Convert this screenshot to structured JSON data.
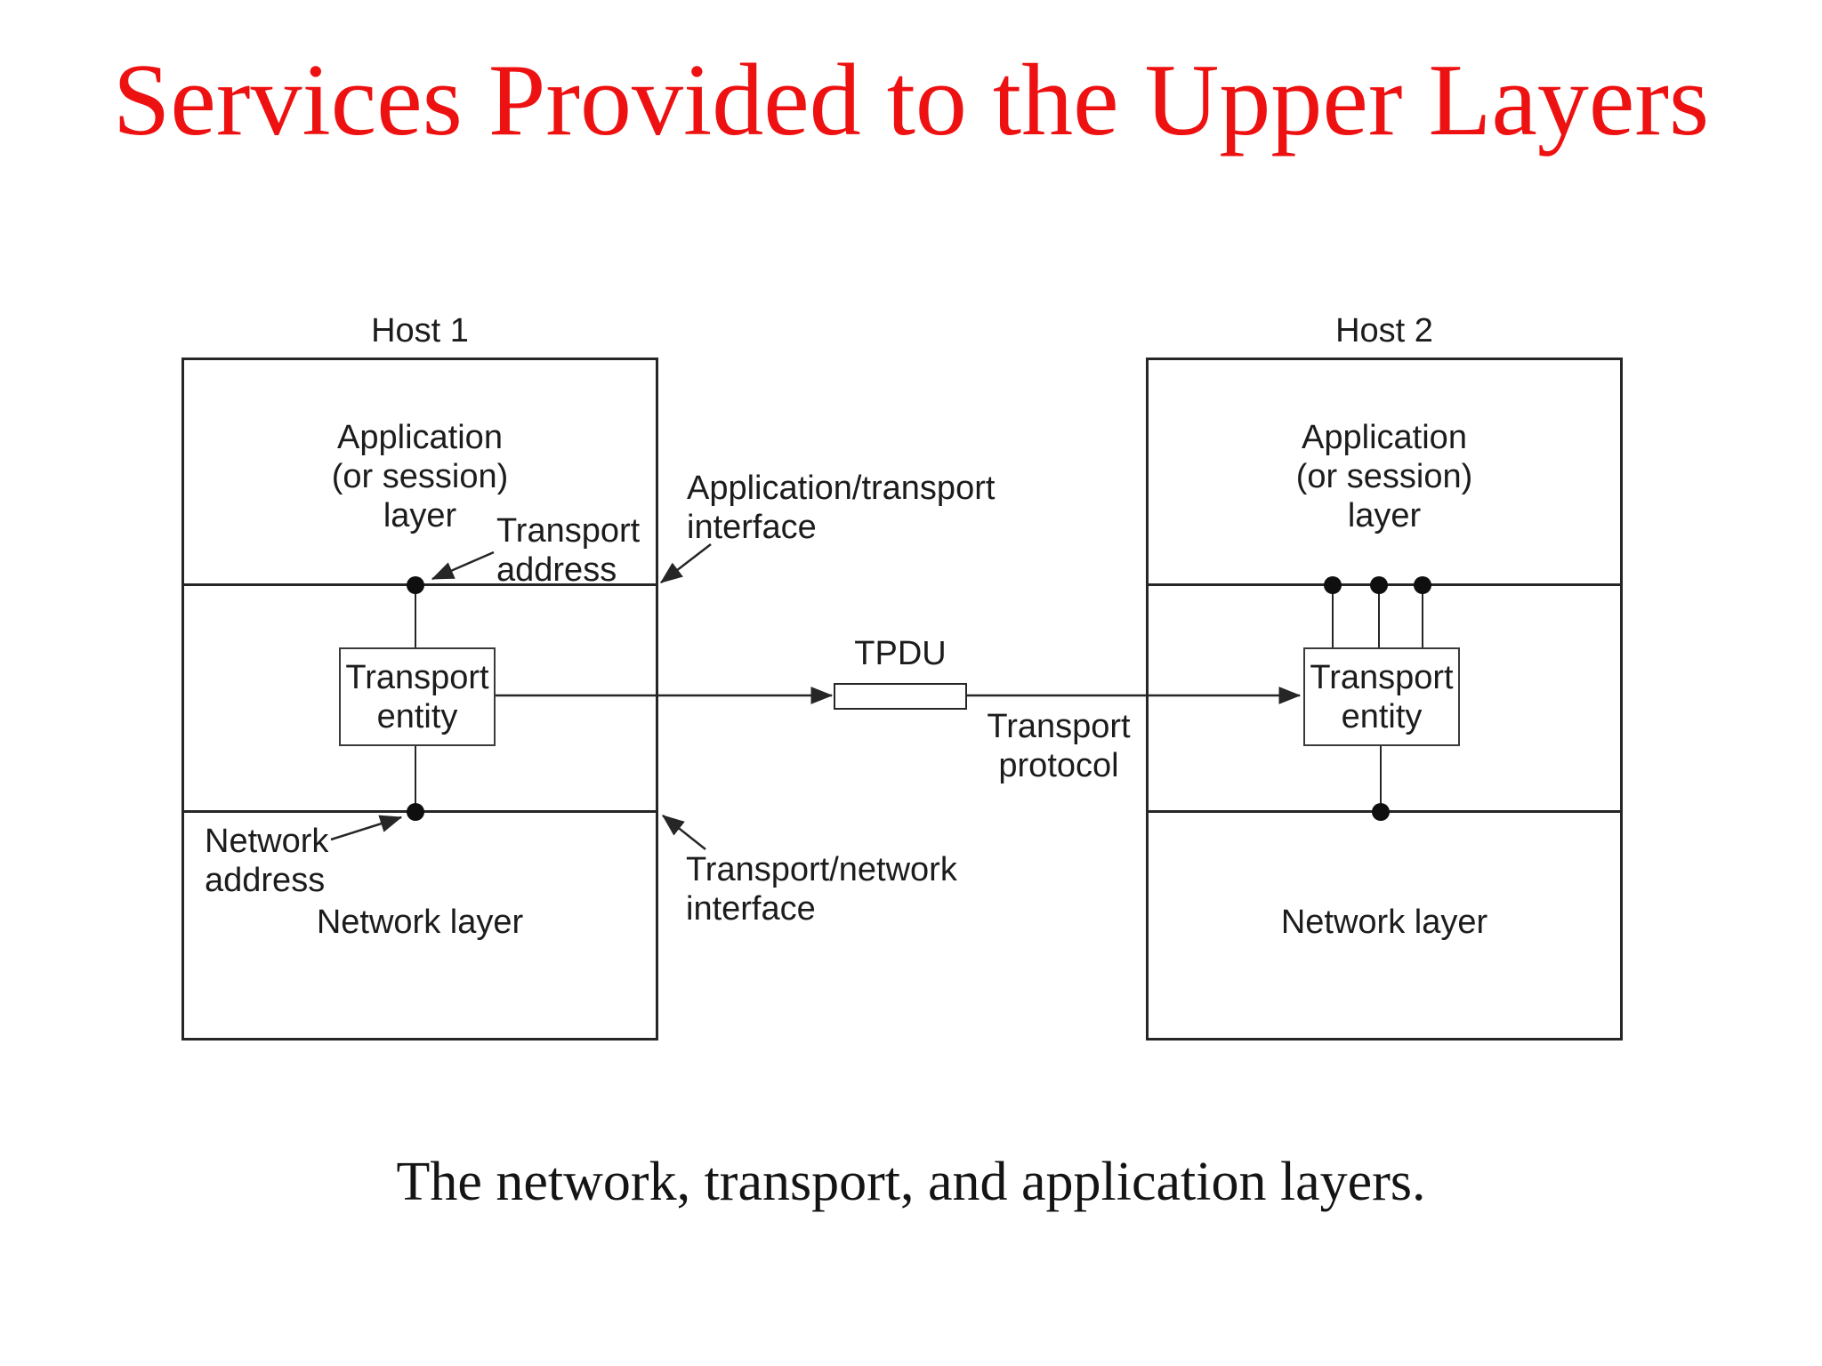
{
  "title": "Services Provided to the Upper Layers",
  "caption": "The network, transport, and application layers.",
  "colors": {
    "title_red": "#ee1111",
    "ink": "#262626",
    "background": "#ffffff"
  },
  "host1": {
    "name": "Host 1",
    "application_layer": [
      "Application",
      "(or session)",
      "layer"
    ],
    "transport_entity": [
      "Transport",
      "entity"
    ],
    "network_layer": "Network layer"
  },
  "host2": {
    "name": "Host 2",
    "application_layer": [
      "Application",
      "(or session)",
      "layer"
    ],
    "transport_entity": [
      "Transport",
      "entity"
    ],
    "network_layer": "Network layer"
  },
  "labels": {
    "transport_address": [
      "Transport",
      "address"
    ],
    "application_transport_interface": [
      "Application/transport",
      "interface"
    ],
    "network_address": [
      "Network",
      "address"
    ],
    "transport_network_interface": [
      "Transport/network",
      "interface"
    ],
    "tpdu": "TPDU",
    "transport_protocol": [
      "Transport",
      "protocol"
    ]
  }
}
